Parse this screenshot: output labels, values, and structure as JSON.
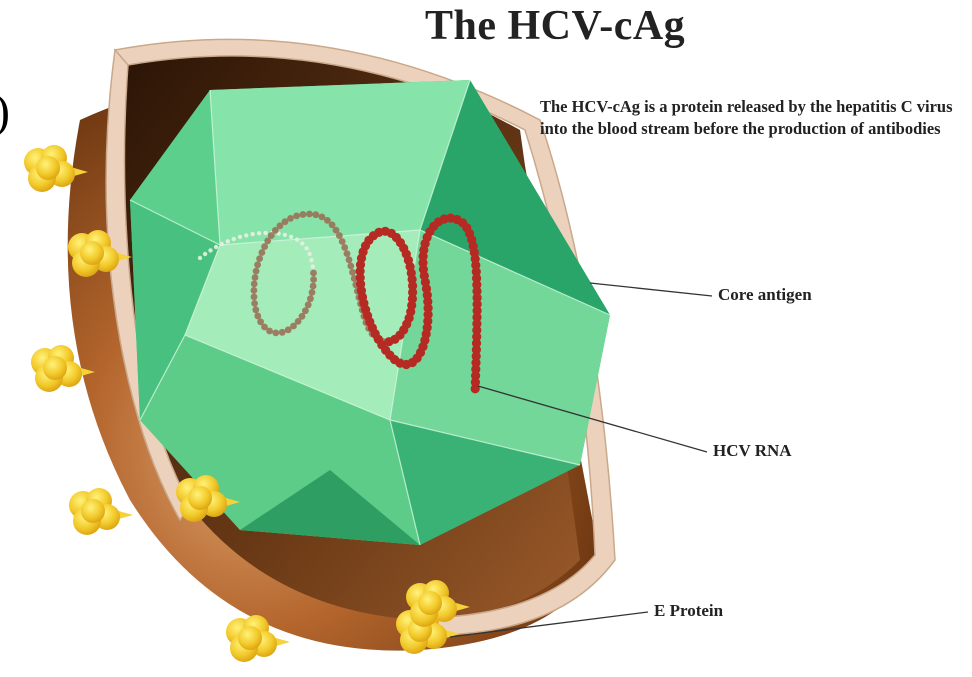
{
  "title": "The HCV-cAg",
  "description": "The HCV-cAg is a protein released by the hepatitis C virus into the blood stream before the production of antibodies",
  "labels": {
    "core_antigen": "Core antigen",
    "hcv_rna": "HCV RNA",
    "e_protein": "E Protein"
  },
  "edge_fragment": ")",
  "colors": {
    "capsid": "#5fd08a",
    "capsid_dark": "#2fae6e",
    "envelope": "#a65a24",
    "envelope_light": "#d99a62",
    "membrane": "#ecd2bd",
    "rna": "#b52a22",
    "e_protein": "#f2c92a"
  }
}
